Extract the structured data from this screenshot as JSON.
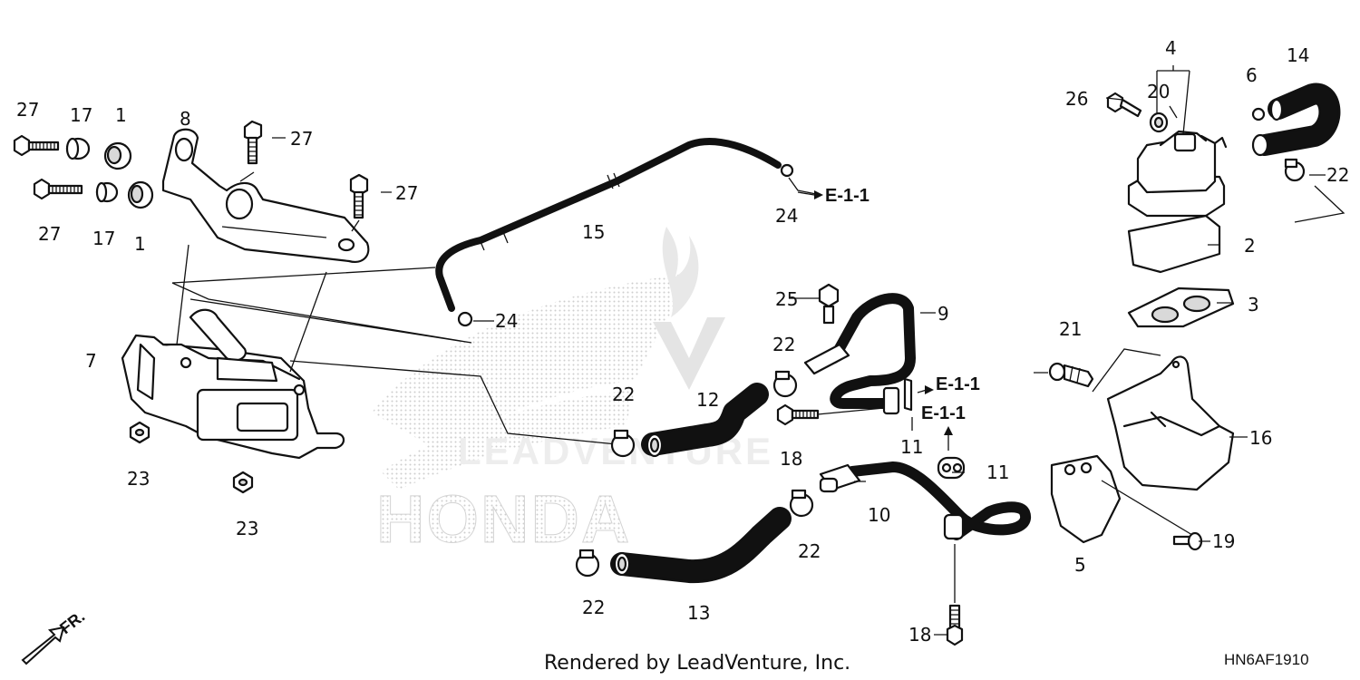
{
  "diagram": {
    "footer_credit": "Rendered by LeadVenture, Inc.",
    "diagram_code": "HN6AF1910",
    "front_indicator": "FR.",
    "watermark_text": "HONDA",
    "watermark_sub": "LEADVENTURE",
    "ref_labels": {
      "r1": "E-1-1",
      "r2": "E-1-1",
      "r3": "E-1-1"
    },
    "callouts": {
      "c27a": "27",
      "c17a": "17",
      "c1a": "1",
      "c8": "8",
      "c27b": "27",
      "c27c": "27",
      "c27d": "27",
      "c17b": "17",
      "c1b": "1",
      "c7": "7",
      "c23a": "23",
      "c23b": "23",
      "c15": "15",
      "c24a": "24",
      "c24b": "24",
      "c4": "4",
      "c26": "26",
      "c20": "20",
      "c6": "6",
      "c14": "14",
      "c22a": "22",
      "c2": "2",
      "c3": "3",
      "c21": "21",
      "c16": "16",
      "c5": "5",
      "c19": "19",
      "c25": "25",
      "c9": "9",
      "c22b": "22",
      "c12": "12",
      "c22c": "22",
      "c18a": "18",
      "c11a": "11",
      "c11b": "11",
      "c10": "10",
      "c22d": "22",
      "c22e": "22",
      "c13": "13",
      "c18b": "18"
    }
  }
}
